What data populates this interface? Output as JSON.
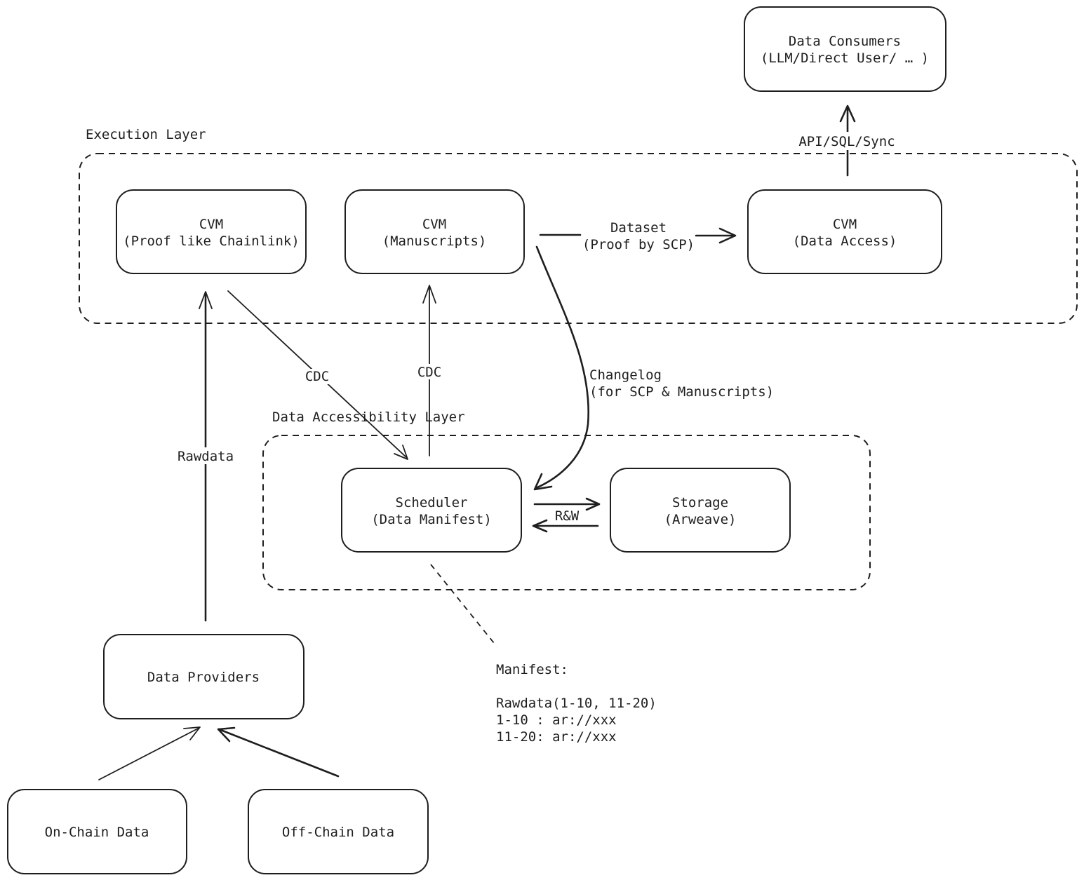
{
  "groups": {
    "execution_layer": "Execution Layer",
    "data_accessibility_layer": "Data Accessibility Layer"
  },
  "nodes": {
    "data_consumers": [
      "Data Consumers",
      "(LLM/Direct User/ … )"
    ],
    "cvm_proof": [
      "CVM",
      "(Proof like Chainlink)"
    ],
    "cvm_manuscripts": [
      "CVM",
      "(Manuscripts)"
    ],
    "cvm_data_access": [
      "CVM",
      "(Data Access)"
    ],
    "scheduler": [
      "Scheduler",
      "(Data Manifest)"
    ],
    "storage": [
      "Storage",
      "(Arweave)"
    ],
    "data_providers": [
      "Data Providers"
    ],
    "on_chain_data": [
      "On-Chain Data"
    ],
    "off_chain_data": [
      "Off-Chain Data"
    ]
  },
  "edges": {
    "api_sql_sync": "API/SQL/Sync",
    "dataset": [
      "Dataset",
      "(Proof by SCP)"
    ],
    "cdc_left": "CDC",
    "cdc_right": "CDC",
    "changelog": [
      "Changelog",
      "(for SCP & Manuscripts)"
    ],
    "rw": "R&W",
    "rawdata": "Rawdata"
  },
  "note": {
    "title": "Manifest:",
    "lines": [
      "Rawdata(1-10, 11-20)",
      "1-10 : ar://xxx",
      "11-20: ar://xxx"
    ]
  }
}
